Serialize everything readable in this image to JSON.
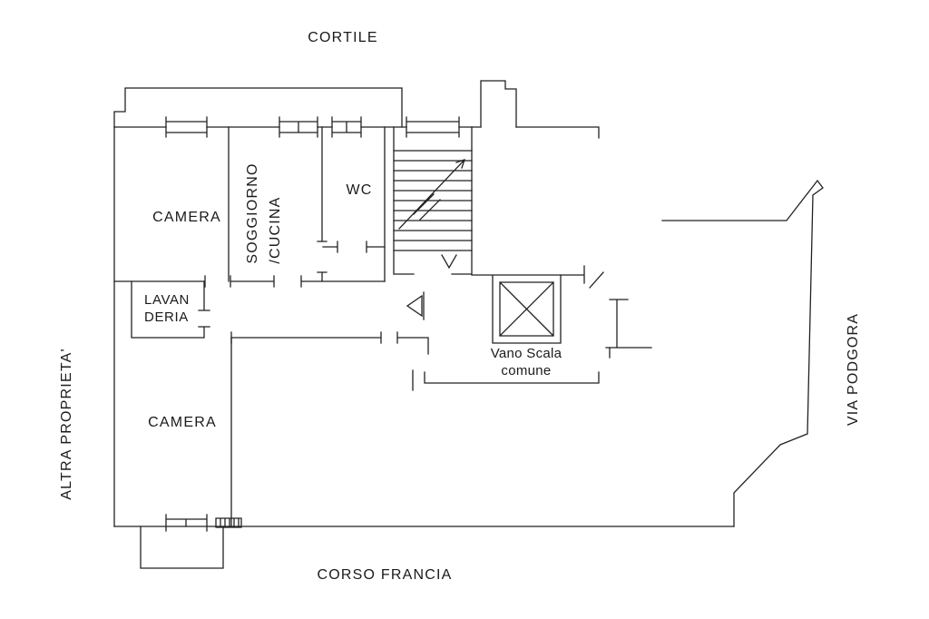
{
  "meta": {
    "background": "#ffffff",
    "line_color": "#222222",
    "text_color": "#1a1a1a"
  },
  "street_labels": {
    "top": "CORTILE",
    "bottom": "CORSO FRANCIA",
    "left": "ALTRA PROPRIETA'",
    "right": "VIA PODGORA"
  },
  "rooms": {
    "camera_top": "CAMERA",
    "soggiorno": "SOGGIORNO",
    "cucina": "/CUCINA",
    "wc": "WC",
    "lavanderia_1": "LAVAN",
    "lavanderia_2": "DERIA",
    "camera_bottom": "CAMERA",
    "vano_scala_1": "Vano Scala",
    "vano_scala_2": "comune"
  }
}
